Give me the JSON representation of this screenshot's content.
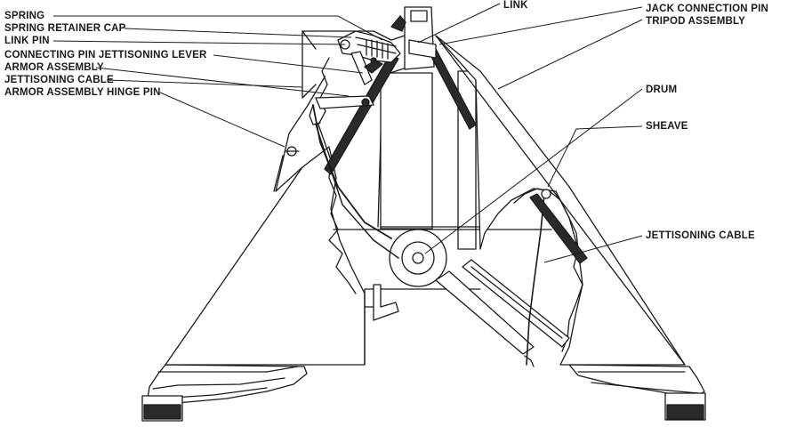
{
  "labels": {
    "spring": "SPRING",
    "spring_retainer_cap": "SPRING RETAINER CAP",
    "link_pin": "LINK PIN",
    "connecting_pin_jettisoning_lever": "CONNECTING PIN JETTISONING LEVER",
    "armor_assembly": "ARMOR ASSEMBLY",
    "jettisoning_cable_left": "JETTISONING CABLE",
    "armor_assembly_hinge_pin": "ARMOR ASSEMBLY HINGE PIN",
    "link": "LINK",
    "jack_connection_pin": "JACK CONNECTION PIN",
    "tripod_assembly": "TRIPOD ASSEMBLY",
    "drum": "DRUM",
    "sheave": "SHEAVE",
    "jettisoning_cable_right": "JETTISONING CABLE"
  },
  "colors": {
    "ink": "#1a1a1a",
    "paper": "#ffffff",
    "shade": "#2a2a2a"
  }
}
